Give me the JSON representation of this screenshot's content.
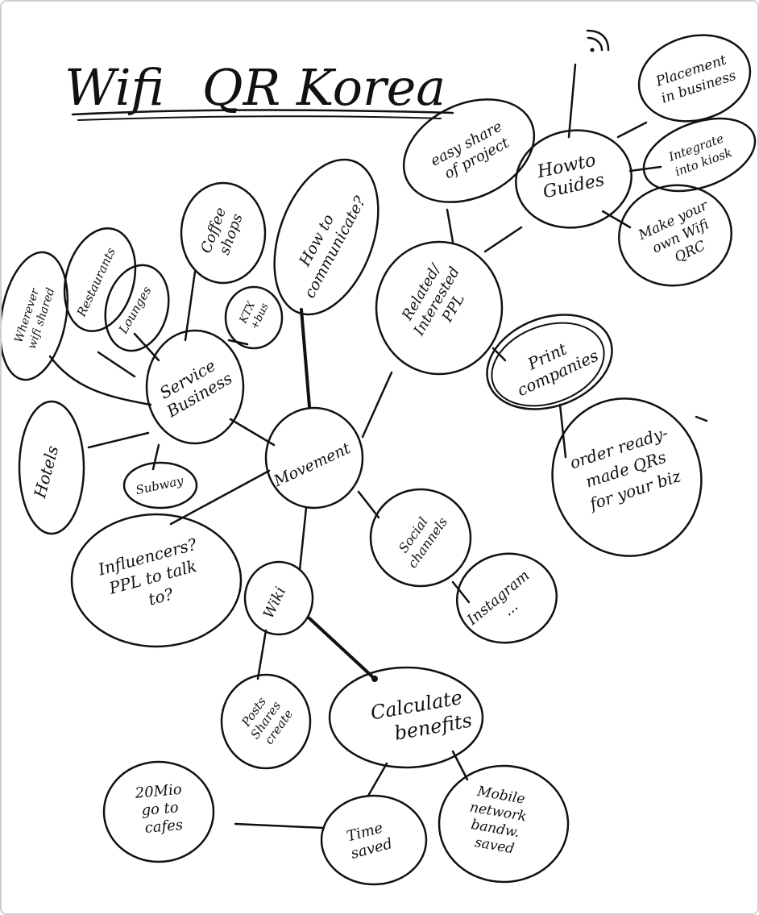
{
  "title": {
    "left": "Wifi",
    "right": "QR Korea"
  },
  "nodes": {
    "howto_guides": [
      "Howto",
      "Guides"
    ],
    "placement": [
      "Placement",
      "in business"
    ],
    "integrate": [
      "Integrate",
      "into kiosk"
    ],
    "make_own": [
      "Make your",
      "own Wifi",
      "QRC"
    ],
    "easy_share": [
      "easy share",
      "of project"
    ],
    "related_ppl": [
      "Related/",
      "Interested",
      "PPL"
    ],
    "print_companies": [
      "Print",
      "companies"
    ],
    "order_qrs": [
      "order ready-",
      "made QRs",
      "for your biz"
    ],
    "how_to_communicate": [
      "How to",
      "communicate?"
    ],
    "coffee_shops": [
      "Coffee",
      "shops"
    ],
    "ktx": [
      "KTX",
      "+bus"
    ],
    "restaurants": [
      "Restaurants"
    ],
    "lounges": [
      "Lounges"
    ],
    "wherever_wifi": [
      "Wherever",
      "wifi shared"
    ],
    "service_business": [
      "Service",
      "Business"
    ],
    "hotels": [
      "Hotels"
    ],
    "subway": [
      "Subway"
    ],
    "movement": [
      "Movement"
    ],
    "influencers": [
      "Influencers?",
      "PPL to talk",
      "to?"
    ],
    "social_channels": [
      "Social",
      "channels"
    ],
    "instagram": [
      "Instagram",
      "..."
    ],
    "wiki": [
      "Wiki"
    ],
    "calculate_benefits": [
      "Calculate",
      "benefits"
    ],
    "posts_shares": [
      "Posts",
      "Shares",
      "create"
    ],
    "cafes_20mio": [
      "20Mio",
      "go to",
      "cafes"
    ],
    "time_saved": [
      "Time",
      "saved"
    ],
    "mobile_network": [
      "Mobile",
      "network",
      "bandw.",
      "saved"
    ]
  }
}
